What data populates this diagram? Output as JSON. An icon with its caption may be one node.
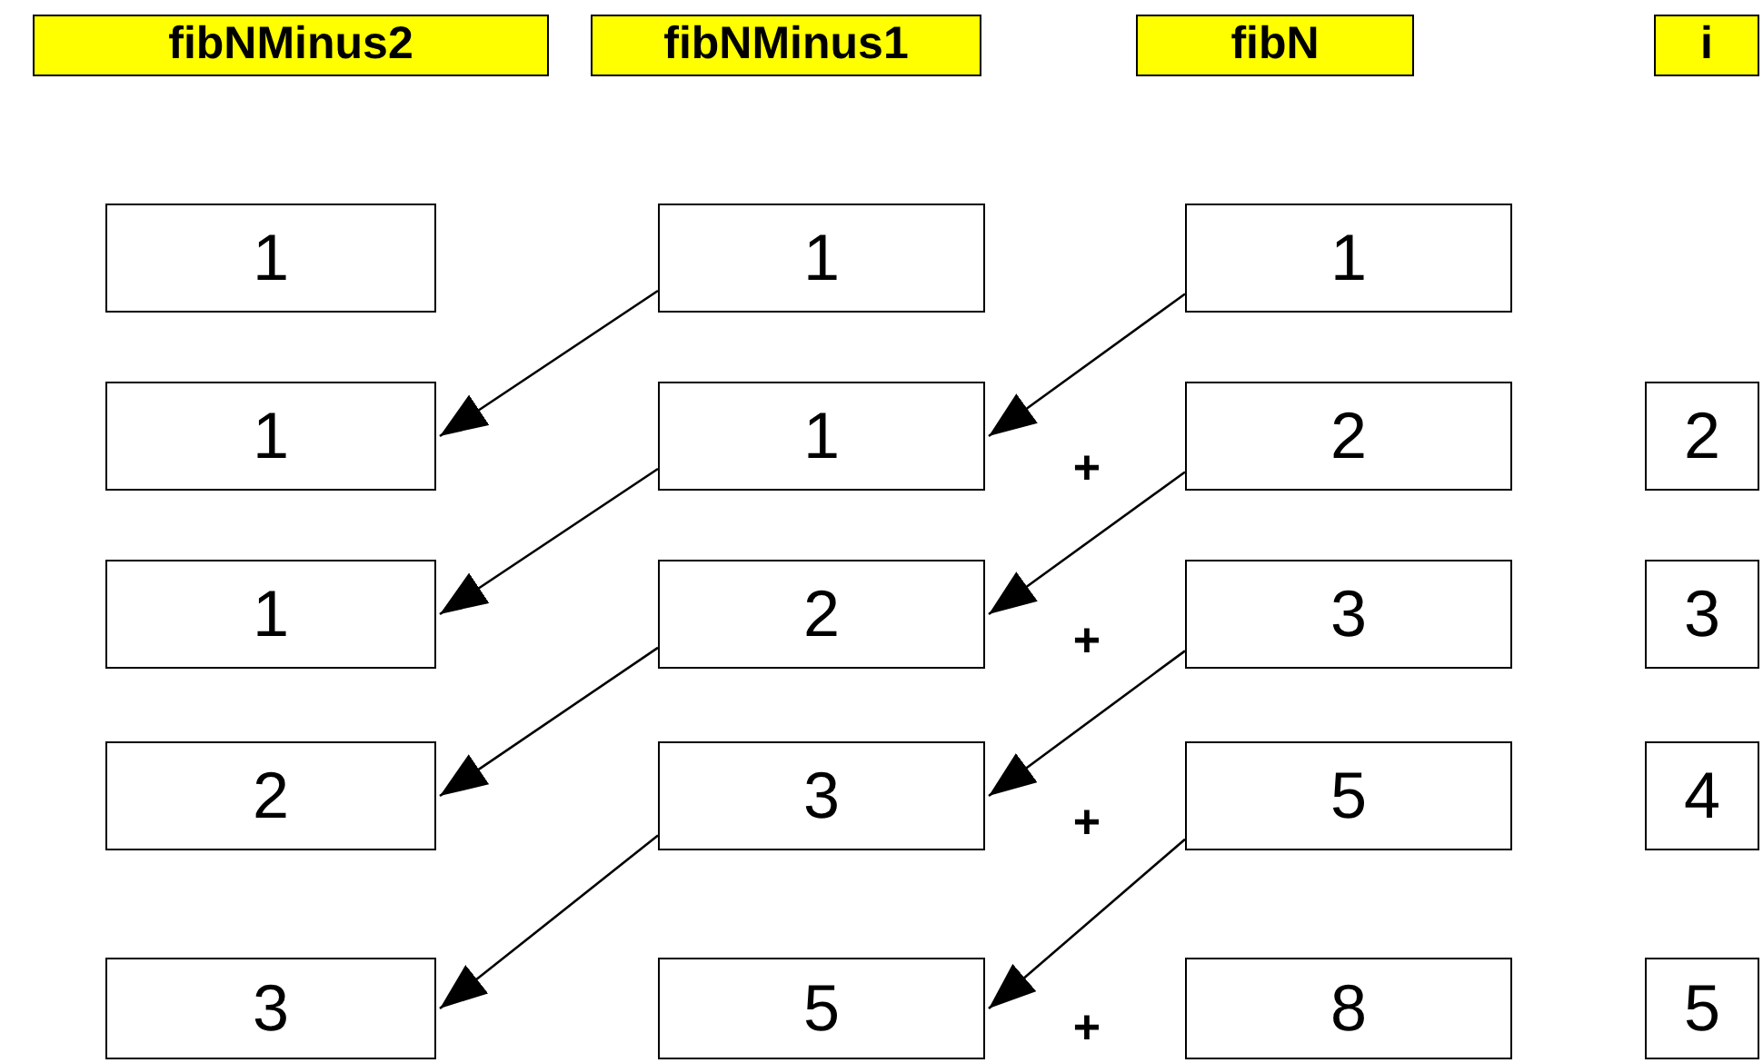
{
  "diagram": {
    "nodes": [
      {
        "text": [
          "fibNMinus2"
        ]
      },
      {
        "text": [
          "fibNMinus1"
        ]
      },
      {
        "text": [
          "fibN"
        ]
      },
      {
        "text": [
          "i"
        ]
      },
      {
        "text": [
          "1"
        ]
      },
      {
        "text": [
          "1"
        ]
      },
      {
        "text": [
          "1"
        ]
      },
      {
        "text": [
          "1"
        ]
      },
      {
        "text": [
          "1"
        ]
      },
      {
        "text": [
          "2"
        ]
      },
      {
        "text": [
          "2"
        ]
      },
      {
        "text": [
          "1"
        ]
      },
      {
        "text": [
          "2"
        ]
      },
      {
        "text": [
          "3"
        ]
      },
      {
        "text": [
          "3"
        ]
      },
      {
        "text": [
          "2"
        ]
      },
      {
        "text": [
          "3"
        ]
      },
      {
        "text": [
          "5"
        ]
      },
      {
        "text": [
          "4"
        ]
      },
      {
        "text": [
          "3"
        ]
      },
      {
        "text": [
          "5"
        ]
      },
      {
        "text": [
          "8"
        ]
      },
      {
        "text": [
          "5"
        ]
      }
    ],
    "edges": [
      {
        "from": 5,
        "to": 7,
        "arrow": "to"
      },
      {
        "from": 8,
        "to": 11,
        "arrow": "to"
      },
      {
        "from": 12,
        "to": 15,
        "arrow": "to"
      },
      {
        "from": 16,
        "to": 19,
        "arrow": "to"
      },
      {
        "from": 6,
        "to": 8,
        "arrow": "to"
      },
      {
        "from": 9,
        "to": 12,
        "arrow": "to"
      },
      {
        "from": 13,
        "to": 16,
        "arrow": "to"
      },
      {
        "from": 17,
        "to": 20,
        "arrow": "to"
      }
    ],
    "labels": [
      "+",
      "+",
      "+",
      "+"
    ]
  }
}
